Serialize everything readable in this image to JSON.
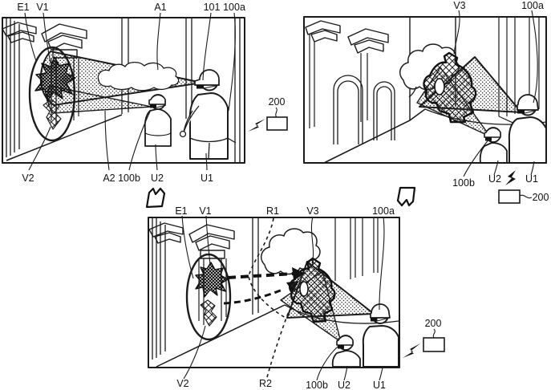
{
  "figure": {
    "type": "patent-style three-panel line drawing",
    "colors": {
      "background": "#ffffff",
      "line": "#1b1b1b",
      "fill_dark_hatch": "#111111"
    }
  },
  "icons": {
    "lightning": "lightning-bolt-icon",
    "device_box": "device-box-icon",
    "transition_left": "bent-arrow-icon",
    "transition_right": "bent-arrow-icon"
  },
  "panels": {
    "top_left": {
      "top_labels": [
        "E1",
        "V1",
        "A1",
        "101",
        "100a"
      ],
      "bottom_labels": [
        "V2",
        "A2",
        "100b",
        "U2",
        "U1"
      ],
      "device_label": "200"
    },
    "top_right": {
      "top_labels": [
        "V3",
        "100a"
      ],
      "bottom_labels": [
        "100b",
        "U2",
        "U1"
      ],
      "device_label": "200"
    },
    "bottom": {
      "top_labels": [
        "E1",
        "V1",
        "R1",
        "V3",
        "100a"
      ],
      "bottom_labels": [
        "V2",
        "R2",
        "100b",
        "U2",
        "U1"
      ],
      "device_label": "200"
    }
  }
}
